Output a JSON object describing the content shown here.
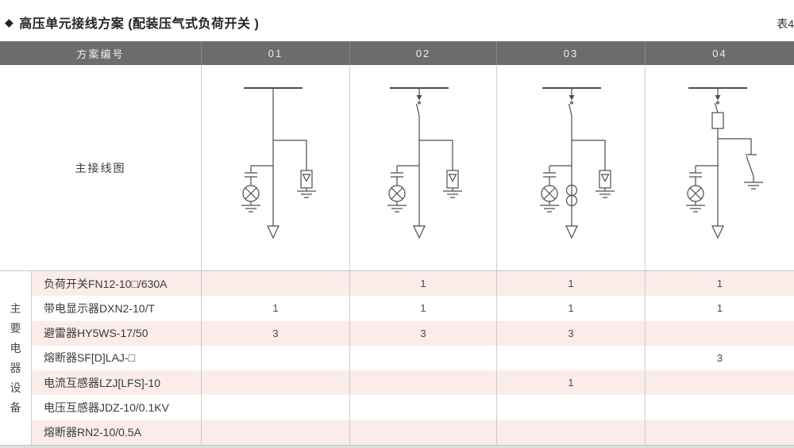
{
  "page": {
    "title_bullet": "◆",
    "title": "高压单元接线方案 (配装压气式负荷开关 )",
    "table_tag": "表4"
  },
  "colors": {
    "header_bg": "#6a6c6e",
    "row_pink": "#fbece9",
    "border": "#cccccc",
    "diagram_stroke": "#4d4d4d"
  },
  "table": {
    "header": [
      "方案编号",
      "01",
      "02",
      "03",
      "04"
    ],
    "diagram_row_label": "主接线图",
    "side_label": "主要电器设备",
    "equipment_rows": [
      {
        "name": "负荷开关FN12-10□/630A",
        "values": [
          "",
          "1",
          "1",
          "1"
        ]
      },
      {
        "name": "带电显示器DXN2-10/T",
        "values": [
          "1",
          "1",
          "1",
          "1"
        ]
      },
      {
        "name": "避雷器HY5WS-17/50",
        "values": [
          "3",
          "3",
          "3",
          ""
        ]
      },
      {
        "name": "熔断器SF[D]LAJ-□",
        "values": [
          "",
          "",
          "",
          "3"
        ]
      },
      {
        "name": "电流互感器LZJ[LFS]-10",
        "values": [
          "",
          "",
          "1",
          ""
        ]
      },
      {
        "name": "电压互感器JDZ-10/0.1KV",
        "values": [
          "",
          "",
          "",
          ""
        ]
      },
      {
        "name": "熔断器RN2-10/0.5A",
        "values": [
          "",
          "",
          "",
          ""
        ]
      }
    ],
    "diagrams": [
      {
        "scheme": "01",
        "components": [
          "busbar",
          "surge-arrester",
          "voltage-indicator-lamp",
          "cable-outlet"
        ]
      },
      {
        "scheme": "02",
        "components": [
          "busbar",
          "load-switch",
          "surge-arrester",
          "voltage-indicator-lamp",
          "cable-outlet"
        ]
      },
      {
        "scheme": "03",
        "components": [
          "busbar",
          "load-switch",
          "surge-arrester",
          "voltage-indicator-lamp",
          "current-transformer",
          "cable-outlet"
        ]
      },
      {
        "scheme": "04",
        "components": [
          "busbar",
          "load-switch",
          "fuse",
          "earthing-switch",
          "voltage-indicator-lamp",
          "cable-outlet"
        ]
      }
    ]
  }
}
